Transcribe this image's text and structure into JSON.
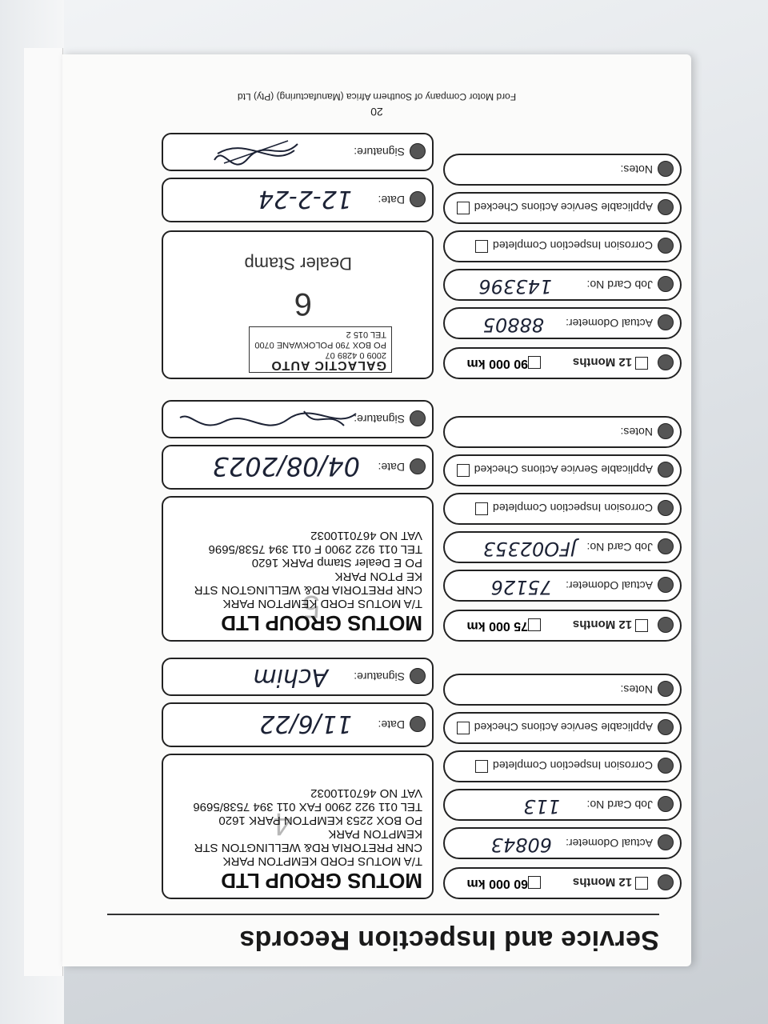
{
  "page": {
    "title": "Service and Inspection Records",
    "page_number": "20",
    "footer": "Ford Motor Company of Southern Africa (Manufacturing) (Pty) Ltd"
  },
  "labels": {
    "months": "12 Months",
    "actual_odometer": "Actual Odometer:",
    "job_card_no": "Job Card No:",
    "corrosion": "Corrosion Inspection Completed",
    "applicable": "Applicable Service Actions Checked",
    "notes": "Notes:",
    "date": "Date:",
    "signature": "Signature:",
    "dealer_stamp": "Dealer Stamp"
  },
  "records": [
    {
      "km": "60 000 km",
      "odometer": "60843",
      "job_card": "113",
      "date": "11/6/22",
      "signature": "Achim",
      "stamp": {
        "number": "4",
        "title": "MOTUS GROUP LTD",
        "lines": [
          "T/A MOTUS FORD KEMPTON PARK",
          "CNR PRETORIA RD& WELLINGTON STR",
          "KEMPTON PARK",
          "PO BOX 2253 KEMPTON PARK 1620",
          "TEL 011 922 2900 FAX 011 394 7538/5696",
          "VAT NO 4670110032"
        ]
      }
    },
    {
      "km": "75 000 km",
      "odometer": "75126",
      "job_card": "JFO02353",
      "date": "04/08/2023",
      "signature": "",
      "stamp": {
        "number": "5",
        "title": "MOTUS GROUP LTD",
        "lines": [
          "T/A MOTUS FORD KEMPTON PARK",
          "CNR PRETORIA RD& WELLINGTON STR",
          "KE  PTON PARK",
          "PO E  Dealer Stamp  PARK 1620",
          "TEL 011 922 2900 F  011 394 7538/5696",
          "VAT NO 4670110032"
        ]
      }
    },
    {
      "km": "90 000 km",
      "odometer": "88805",
      "job_card": "143396",
      "date": "12-2-24",
      "signature": "",
      "stamp": {
        "number": "6",
        "galactic_title": "GALACTIC AUTO",
        "galactic_lines": [
          "2009 0 4289 07",
          "PO BOX 790 POLOKWANE 0700",
          "TEL 015 2"
        ]
      }
    }
  ]
}
